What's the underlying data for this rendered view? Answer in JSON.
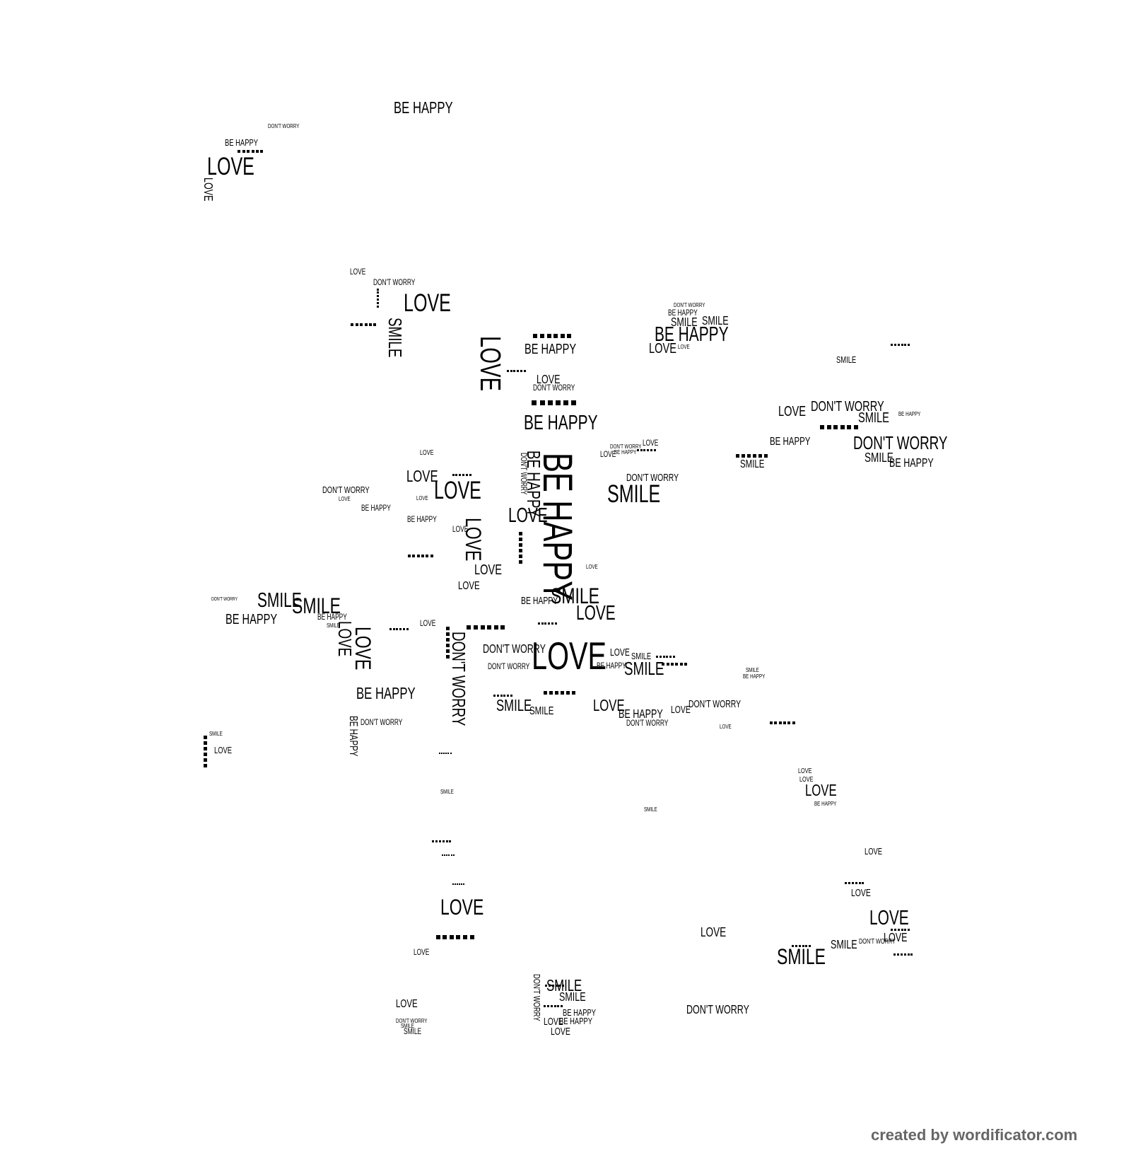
{
  "words": [
    "BE HAPPY",
    "DON'T WORRY",
    "BE HAPPY",
    "LOVE",
    "LOVE",
    "LOVE",
    "DON'T WORRY",
    "LOVE",
    "SMILE",
    "BE HAPPY",
    "LOVE",
    "LOVE",
    "DON'T WORRY",
    "BE HAPPY",
    "BE HAPPY",
    "BE HAPPY",
    "DON'T WORRY",
    "LOVE",
    "SMILE",
    "DON'T WORRY",
    "LOVE",
    "LOVE",
    "LOVE",
    "DON'T WORRY",
    "BE HAPPY",
    "BE HAPPY",
    "LOVE",
    "LOVE",
    "LOVE",
    "LOVE",
    "SMILE",
    "BE HAPPY",
    "LOVE",
    "LOVE",
    "SMILE",
    "SMILE",
    "BE HAPPY",
    "DON'T WORRY",
    "LOVE",
    "LOVE",
    "LOVE",
    "DON'T WORRY",
    "DON'T WORRY",
    "LOVE",
    "DON'T WORRY",
    "BE HAPPY",
    "DON'T WORRY",
    "BE HAPPY",
    "SMILE",
    "SMILE",
    "LOVE",
    "BE HAPPY",
    "DON'T WORRY",
    "LOVE",
    "DON'T WORRY",
    "SMILE",
    "LOVE",
    "BE HAPPY",
    "SMILE",
    "LOVE",
    "SMILE",
    "SMILE",
    "SMILE",
    "LOVE",
    "LOVE",
    "LOVE",
    "BE HAPPY",
    "LOVE",
    "LOVE",
    "LOVE",
    "DON'T WORRY",
    "SMILE",
    "SMILE",
    "DON'T WORRY",
    "SMILE",
    "SMILE",
    "BE HAPPY",
    "BE HAPPY",
    "LOVE",
    "LOVE",
    "LOVE",
    "DON'T WORRY",
    "SMILE",
    "SMILE",
    "LOVE",
    "LOVE",
    "LOVE",
    "LOVE",
    "DON'T WORRY",
    "BE HAPPY",
    "SMILE",
    "SMILE",
    "BE HAPPY",
    "LOVE",
    "DON'T WORRY",
    "SMILE",
    "LOVE",
    "DON'T WORRY",
    "SMILE",
    "DON'T WORRY",
    "SMILE",
    "BE HAPPY",
    "BE HAPPY",
    "BE HAPPY",
    "SMILE",
    "LOVE",
    "DON'T WORRY",
    "LOVE",
    "BE HAPPY",
    "LOVE",
    "LOVE",
    "BE HAPPY",
    "SMILE",
    "LOVE",
    "LOVE",
    "SMILE",
    "BE HAPPY"
  ],
  "credit": "created by wordificator.com",
  "colors": {
    "text": "#000000",
    "credit": "#666666",
    "background": "#ffffff"
  }
}
